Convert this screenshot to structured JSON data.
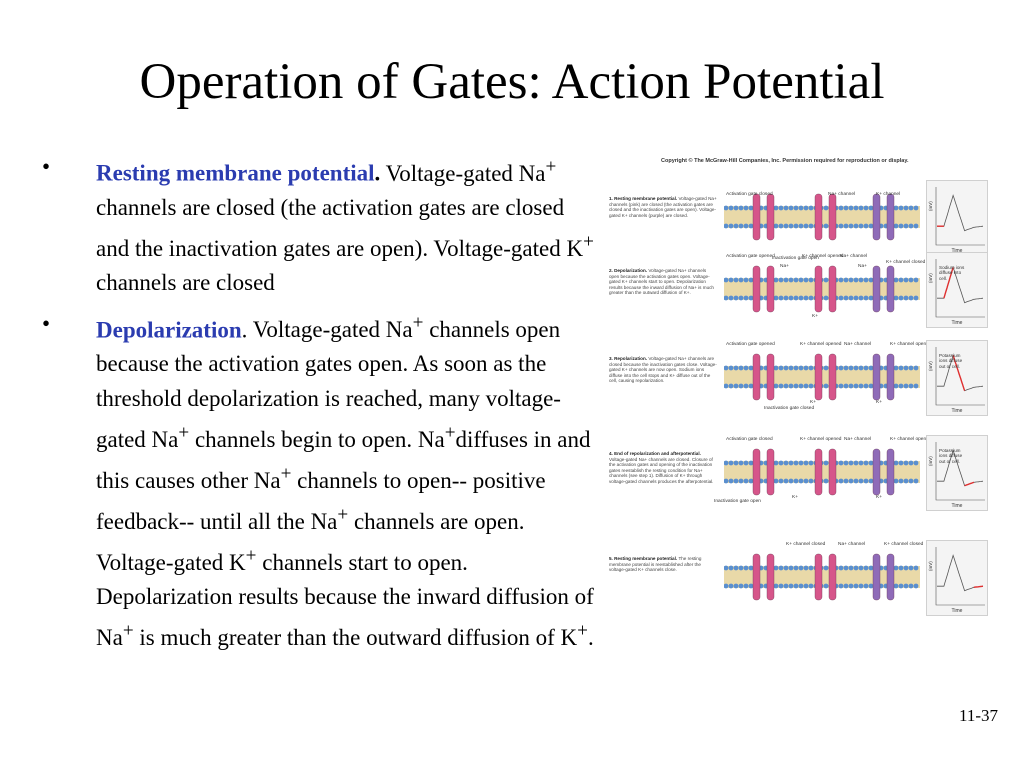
{
  "slide": {
    "title": "Operation of Gates: Action Potential",
    "page_number": "11-37"
  },
  "bullets": [
    {
      "term": "Resting membrane potential",
      "term_punct": ".",
      "text_parts": [
        " Voltage-gated Na",
        "+",
        " channels are closed (the activation gates are closed and the inactivation gates are open). Voltage-gated K",
        "+",
        " channels are closed"
      ]
    },
    {
      "term": "Depolarization",
      "term_punct": ".",
      "text_parts": [
        " Voltage-gated Na",
        "+",
        " channels open because the activation gates open. As soon as the threshold depolarization is reached, many voltage-gated Na",
        "+",
        " channels begin to open. Na",
        "+",
        "diffuses in and this causes other Na",
        "+",
        " channels to open-- positive feedback-- until all the Na",
        "+",
        " channels are open. Voltage-gated K",
        "+",
        " channels start to open. Depolarization results because the inward diffusion of Na",
        "+",
        " is much greater than the outward diffusion of K",
        "+",
        "."
      ]
    }
  ],
  "figure": {
    "copyright": "Copyright © The McGraw-Hill Companies, Inc. Permission required for reproduction or display.",
    "colors": {
      "na_channel": "#d6558a",
      "k_channel": "#8f6bb8",
      "membrane_head": "#5a8fcf",
      "membrane_tail": "#e9d9a8",
      "trace": "#e03030"
    },
    "steps": [
      {
        "title": "1. Resting membrane potential.",
        "desc": "Voltage-gated Na+ channels (pink) are closed (the activation gates are closed and the inactivation gates are open). Voltage-gated K+ channels (purple) are closed.",
        "labels": [
          "Activation gate closed",
          "Na+ channel",
          "K+ channel",
          "Inactivation gate open"
        ],
        "graph_note": "",
        "graph_mv": "(mV)",
        "graph_time": "Time",
        "trace_segment": [
          0.0,
          0.15
        ]
      },
      {
        "title": "2. Depolarization.",
        "desc": "Voltage-gated Na+ channels open because the activation gates open. Voltage-gated K+ channels start to open. Depolarization results because the inward diffusion of Na+ is much greater than the outward diffusion of K+.",
        "labels": [
          "Activation gate opened",
          "Na+",
          "K+ channel opened",
          "Na+ channel",
          "Na+",
          "K+ channel closed",
          "K+"
        ],
        "graph_note": "Sodium ions diffuse into cell.",
        "graph_mv": "(mV)",
        "graph_time": "Time",
        "trace_segment": [
          0.15,
          0.35
        ]
      },
      {
        "title": "3. Repolarization.",
        "desc": "Voltage-gated Na+ channels are closed because the inactivation gates close. Voltage-gated K+ channels are now open. Sodium ions diffuse into the cell stops and K+ diffuse out of the cell, causing repolarization.",
        "labels": [
          "Activation gate opened",
          "K+ channel opened",
          "Na+ channel",
          "K+ channel opened",
          "Inactivation gate closed",
          "K+",
          "K+"
        ],
        "graph_note": "Potassium ions diffuse out of cell.",
        "graph_mv": "(mV)",
        "graph_time": "Time",
        "trace_segment": [
          0.35,
          0.6
        ]
      },
      {
        "title": "4. End of repolarization and afterpotential.",
        "desc": "Voltage-gated Na+ channels are closed. Closure of the activation gates and opening of the inactivation gates reestablish the resting condition for Na+ channels (see step 1). Diffusion of K+ through voltage-gated channels produces the afterpotential.",
        "labels": [
          "Activation gate closed",
          "K+ channel opened",
          "Na+ channel",
          "K+ channel opened",
          "Inactivation gate open",
          "K+",
          "K+"
        ],
        "graph_note": "Potassium ions diffuse out of cell.",
        "graph_mv": "(mV)",
        "graph_time": "Time",
        "trace_segment": [
          0.6,
          0.8
        ]
      },
      {
        "title": "5. Resting membrane potential.",
        "desc": "The resting membrane potential is reestablished after the voltage-gated K+ channels close.",
        "labels": [
          "K+ channel closed",
          "Na+ channel",
          "K+ channel closed"
        ],
        "graph_note": "",
        "graph_mv": "(mV)",
        "graph_time": "Time",
        "trace_segment": [
          0.8,
          1.0
        ]
      }
    ]
  }
}
